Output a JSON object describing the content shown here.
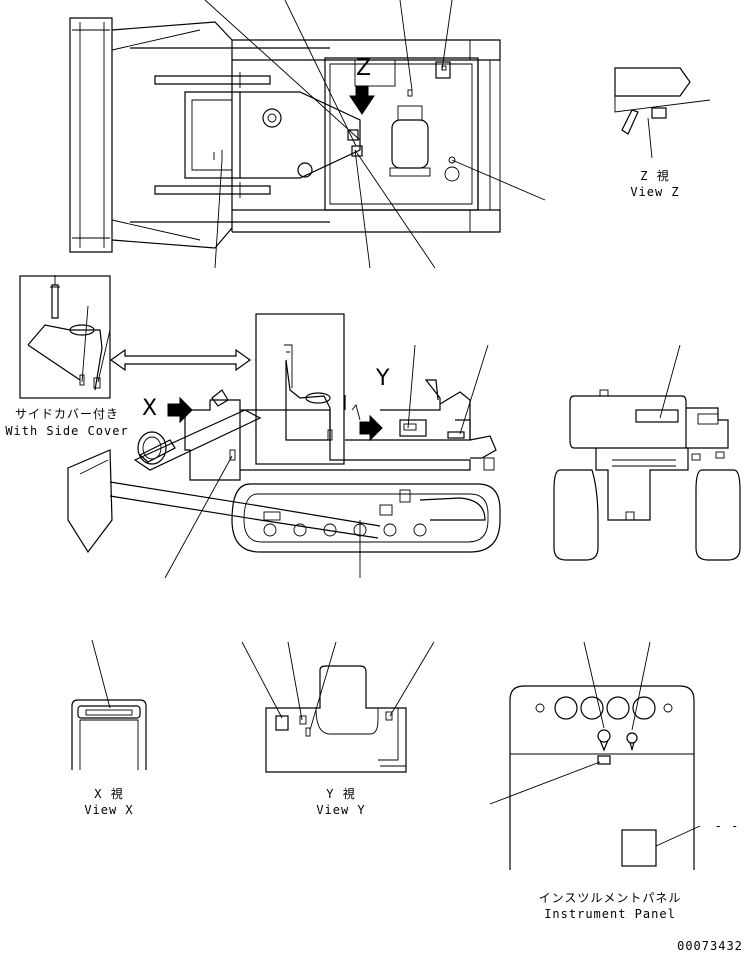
{
  "views": {
    "z": {
      "jp": "Z 視",
      "en": "View Z"
    },
    "x": {
      "jp": "X 視",
      "en": "View X"
    },
    "y": {
      "jp": "Y 視",
      "en": "View Y"
    }
  },
  "side_cover": {
    "jp": "サイドカバー付き",
    "en": "With Side Cover"
  },
  "instrument_panel": {
    "jp": "インスツルメントパネル",
    "en": "Instrument Panel"
  },
  "markers": {
    "z": "Z",
    "x": "X",
    "y": "Y"
  },
  "part_number": "00073432",
  "panel_dash": "- -"
}
